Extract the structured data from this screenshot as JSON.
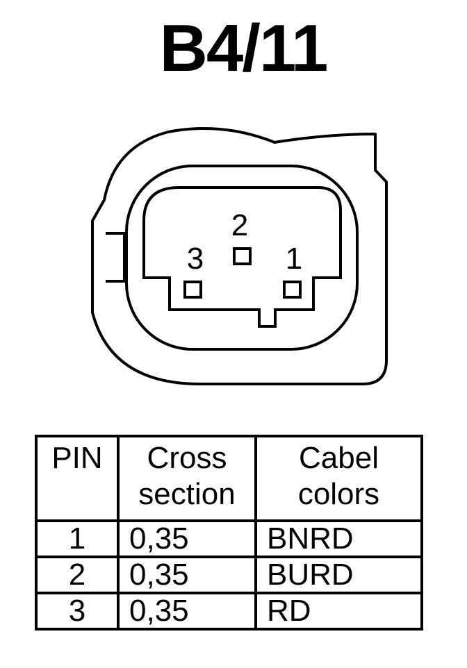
{
  "title": "B4/11",
  "connector": {
    "pins": [
      {
        "number": "1"
      },
      {
        "number": "2"
      },
      {
        "number": "3"
      }
    ]
  },
  "table": {
    "headers": {
      "pin": "PIN",
      "cross_section_line1": "Cross",
      "cross_section_line2": "section",
      "colors_line1": "Cabel",
      "colors_line2": "colors"
    },
    "rows": [
      {
        "pin": "1",
        "cross_section": "0,35",
        "color": "BNRD"
      },
      {
        "pin": "2",
        "cross_section": "0,35",
        "color": "BURD"
      },
      {
        "pin": "3",
        "cross_section": "0,35",
        "color": "RD"
      }
    ]
  }
}
